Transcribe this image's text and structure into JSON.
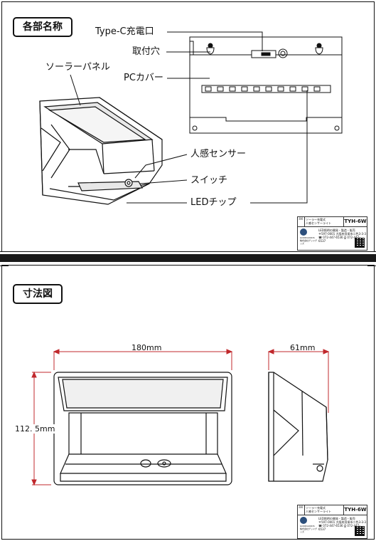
{
  "section1": {
    "title": "各部名称",
    "labels": {
      "typec": "Type-C充電口",
      "mount_hole": "取付穴",
      "solar_panel": "ソーラーパネル",
      "pc_cover": "PCカバー",
      "sensor": "人感センサー",
      "switch": "スイッチ",
      "led": "LEDチップ"
    }
  },
  "section2": {
    "title": "寸法図",
    "dims": {
      "width": "180mm",
      "height": "112. 5mm",
      "depth": "61mm"
    }
  },
  "title_block": {
    "kana": "品名",
    "product_name_line1": "ソーラー充電式",
    "product_name_line2": "人感センサーライト",
    "model": "TYH-6W",
    "logo": "GOODGOODS",
    "logo_sub": "株式会社グッドグッズ",
    "company_desc": "LED照明の開発・製造・販売",
    "address": "〒597-0001 大阪府貝塚市二色3-3-3",
    "tel": "072-447-6536",
    "fax": "072-447-6537"
  }
}
